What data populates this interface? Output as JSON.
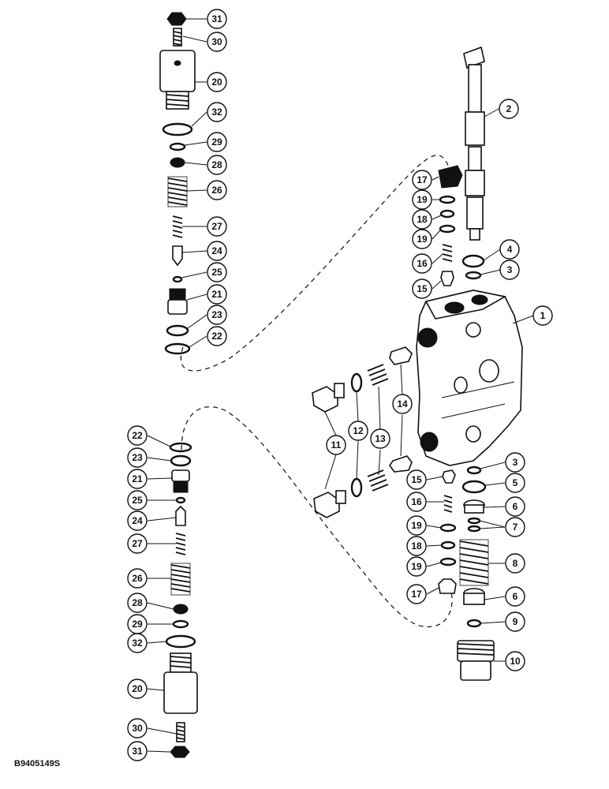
{
  "figure_id": "B9405149S",
  "callouts": {
    "top": [
      "31",
      "30",
      "20",
      "32",
      "29",
      "28",
      "26",
      "27",
      "24",
      "25",
      "21",
      "23",
      "22"
    ],
    "bottom": [
      "22",
      "23",
      "21",
      "25",
      "24",
      "27",
      "26",
      "28",
      "29",
      "32",
      "20",
      "30",
      "31"
    ],
    "spool": [
      "2",
      "17",
      "19",
      "18",
      "19",
      "16",
      "15",
      "4",
      "3"
    ],
    "body": [
      "1"
    ],
    "right_lower": [
      "3",
      "5",
      "6",
      "7",
      "8",
      "6",
      "9",
      "10"
    ],
    "center_lower": [
      "15",
      "16",
      "19",
      "18",
      "19",
      "17"
    ],
    "middle": [
      "11",
      "12",
      "13",
      "14"
    ]
  }
}
